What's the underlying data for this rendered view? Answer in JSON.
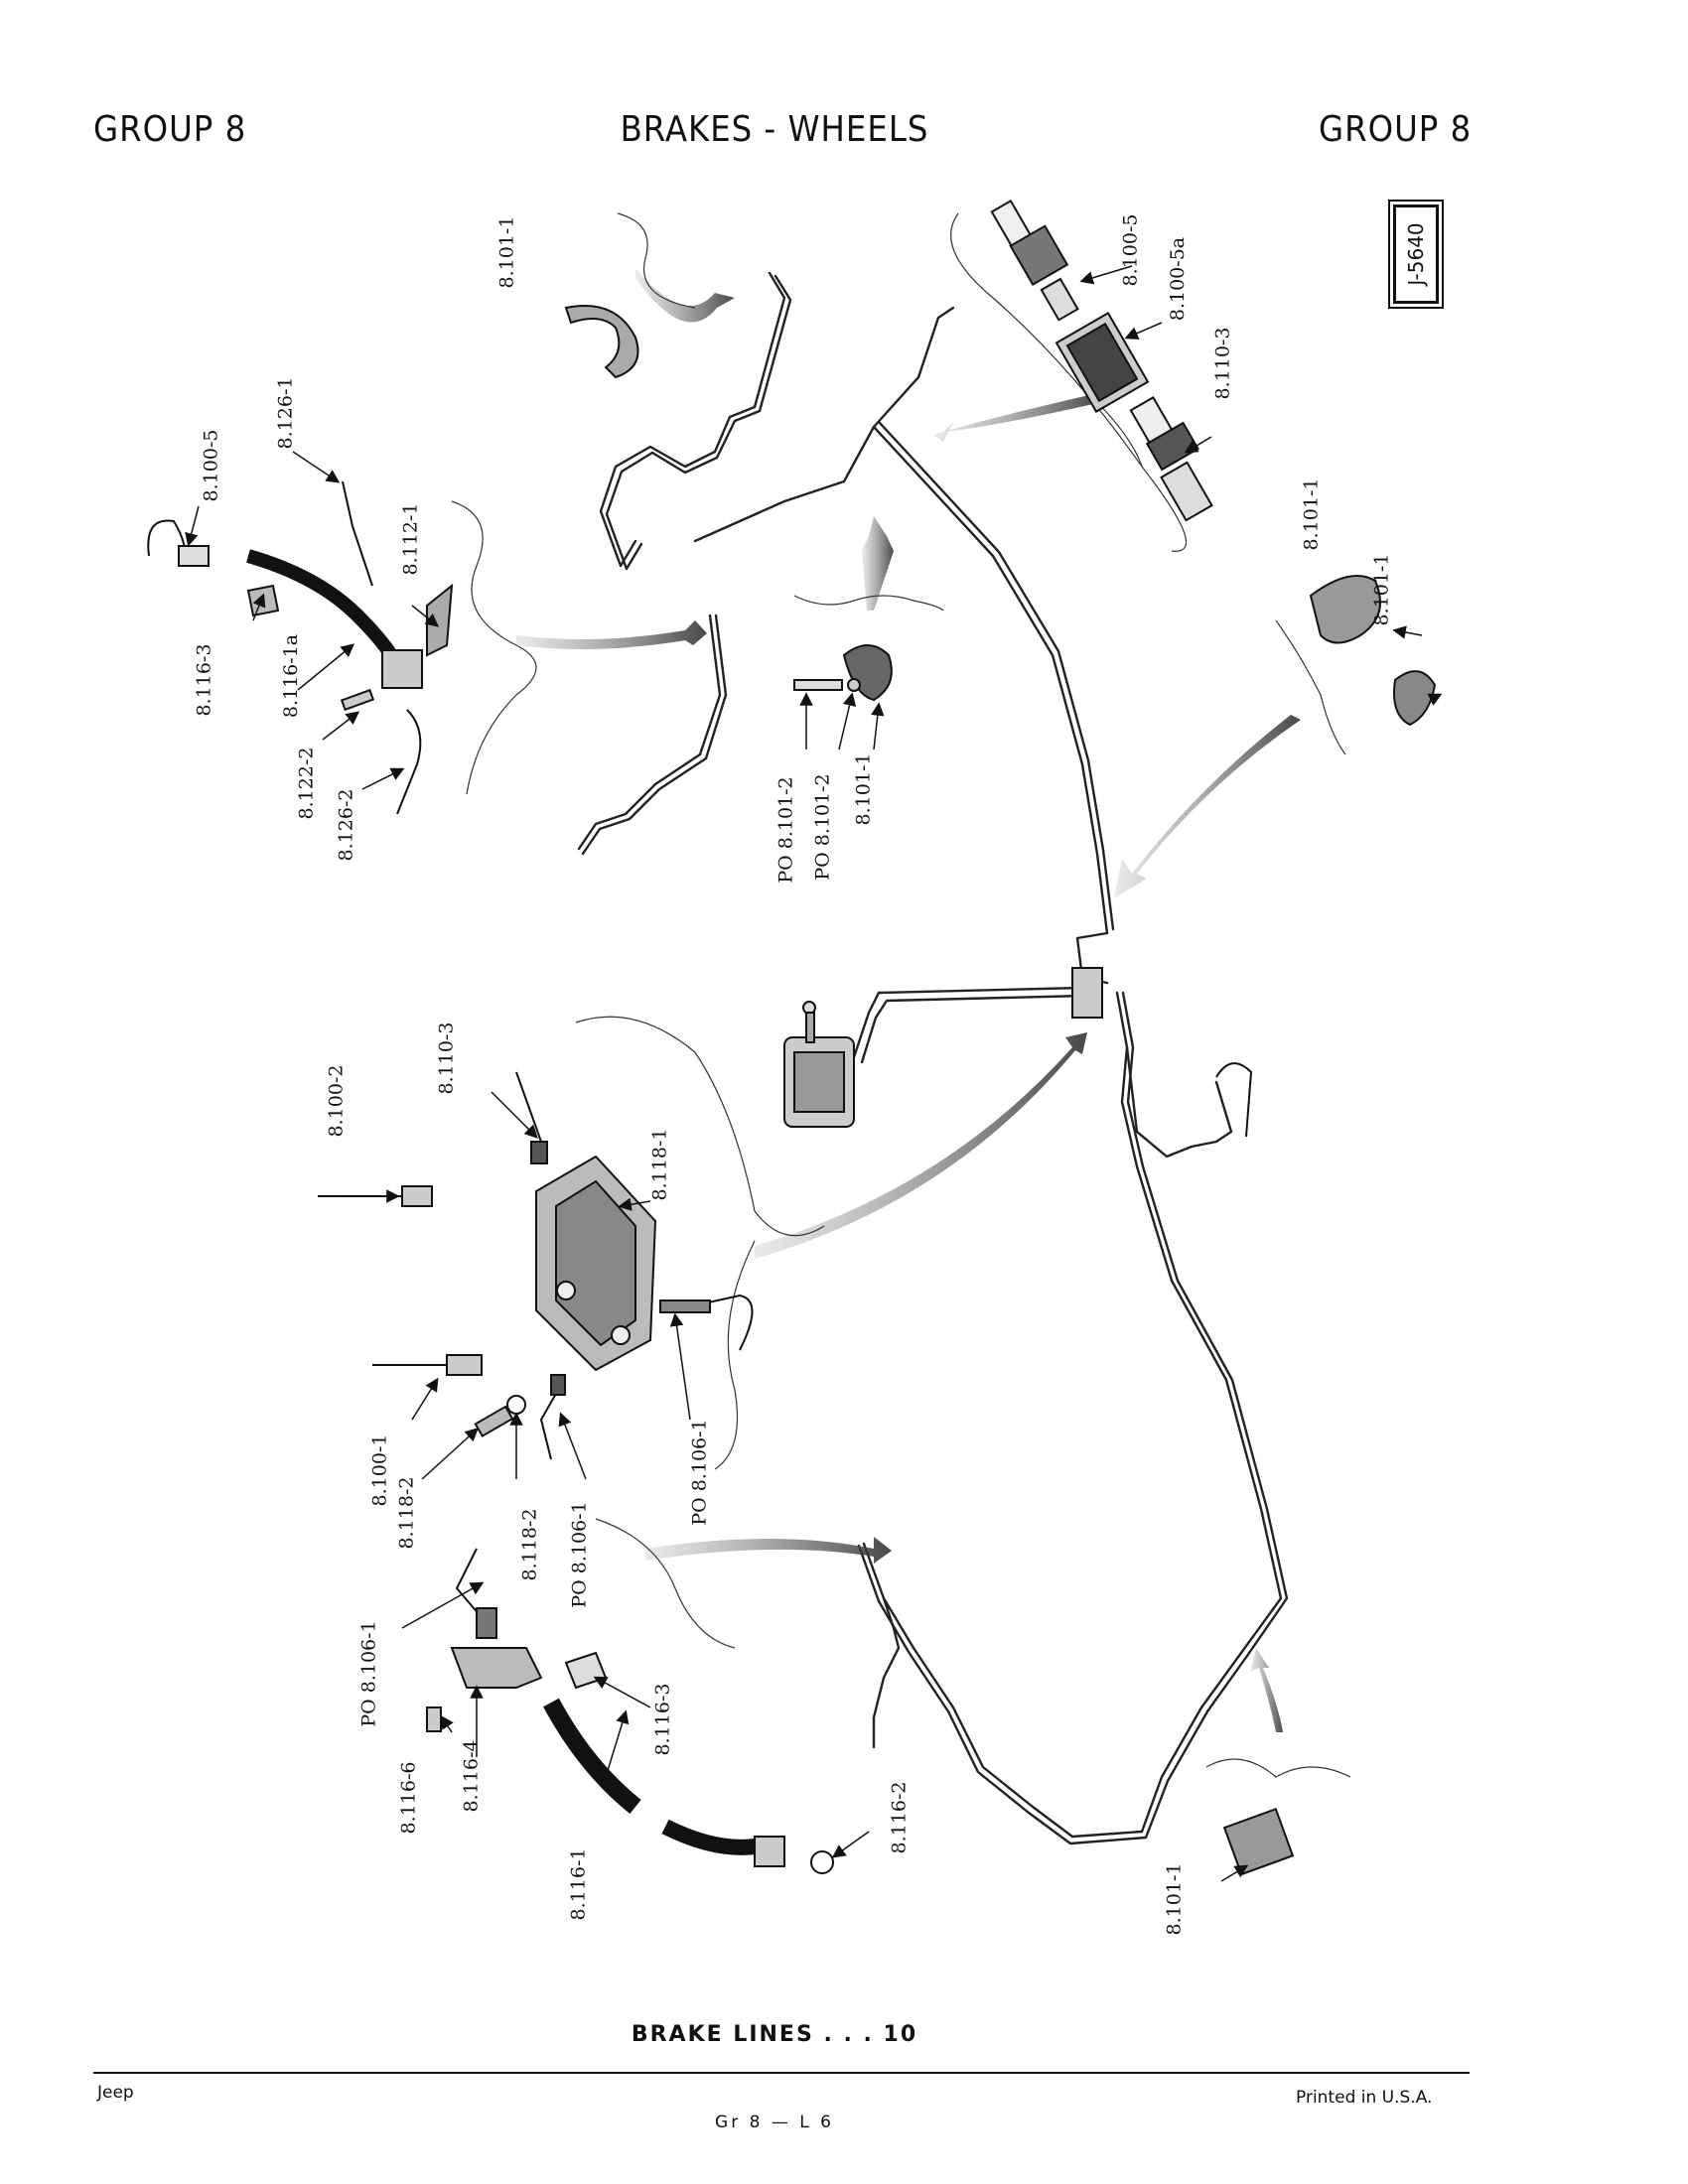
{
  "header": {
    "left": "GROUP 8",
    "center": "BRAKES - WHEELS",
    "right": "GROUP 8"
  },
  "ref_code": "J-5640",
  "labels": {
    "l_8101_1_top": "8.101-1",
    "l_8100_5_top": "8.100-5",
    "l_8100_5a": "8.100-5a",
    "l_8110_3_top": "8.110-3",
    "l_8126_1": "8.126-1",
    "l_8100_5_left": "8.100-5",
    "l_8112_1": "8.112-1",
    "l_8116_3_top": "8.116-3",
    "l_8116_1a": "8.116-1a",
    "l_8122_2": "8.122-2",
    "l_8126_2": "8.126-2",
    "l_po_8101_2a": "PO 8.101-2",
    "l_po_8101_2b": "PO 8.101-2",
    "l_8101_1_mid": "8.101-1",
    "l_8101_1_right_a": "8.101-1",
    "l_8101_1_right_b": "8.101-1",
    "l_8100_2": "8.100-2",
    "l_8110_3_mid": "8.110-3",
    "l_8118_1": "8.118-1",
    "l_8100_1": "8.100-1",
    "l_8118_2a": "8.118-2",
    "l_8118_2b": "8.118-2",
    "l_po_8106_1_mid": "PO 8.106-1",
    "l_po_8106_1_right": "PO 8.106-1",
    "l_po_8106_1_low": "PO 8.106-1",
    "l_8116_6": "8.116-6",
    "l_8116_4": "8.116-4",
    "l_8116_1": "8.116-1",
    "l_8116_3_low": "8.116-3",
    "l_8116_2": "8.116-2",
    "l_8101_1_bottom": "8.101-1"
  },
  "caption": "BRAKE LINES . . . 10",
  "footer": {
    "left": "Jeep",
    "center": "Gr 8 — L 6",
    "right": "Printed in U.S.A."
  }
}
